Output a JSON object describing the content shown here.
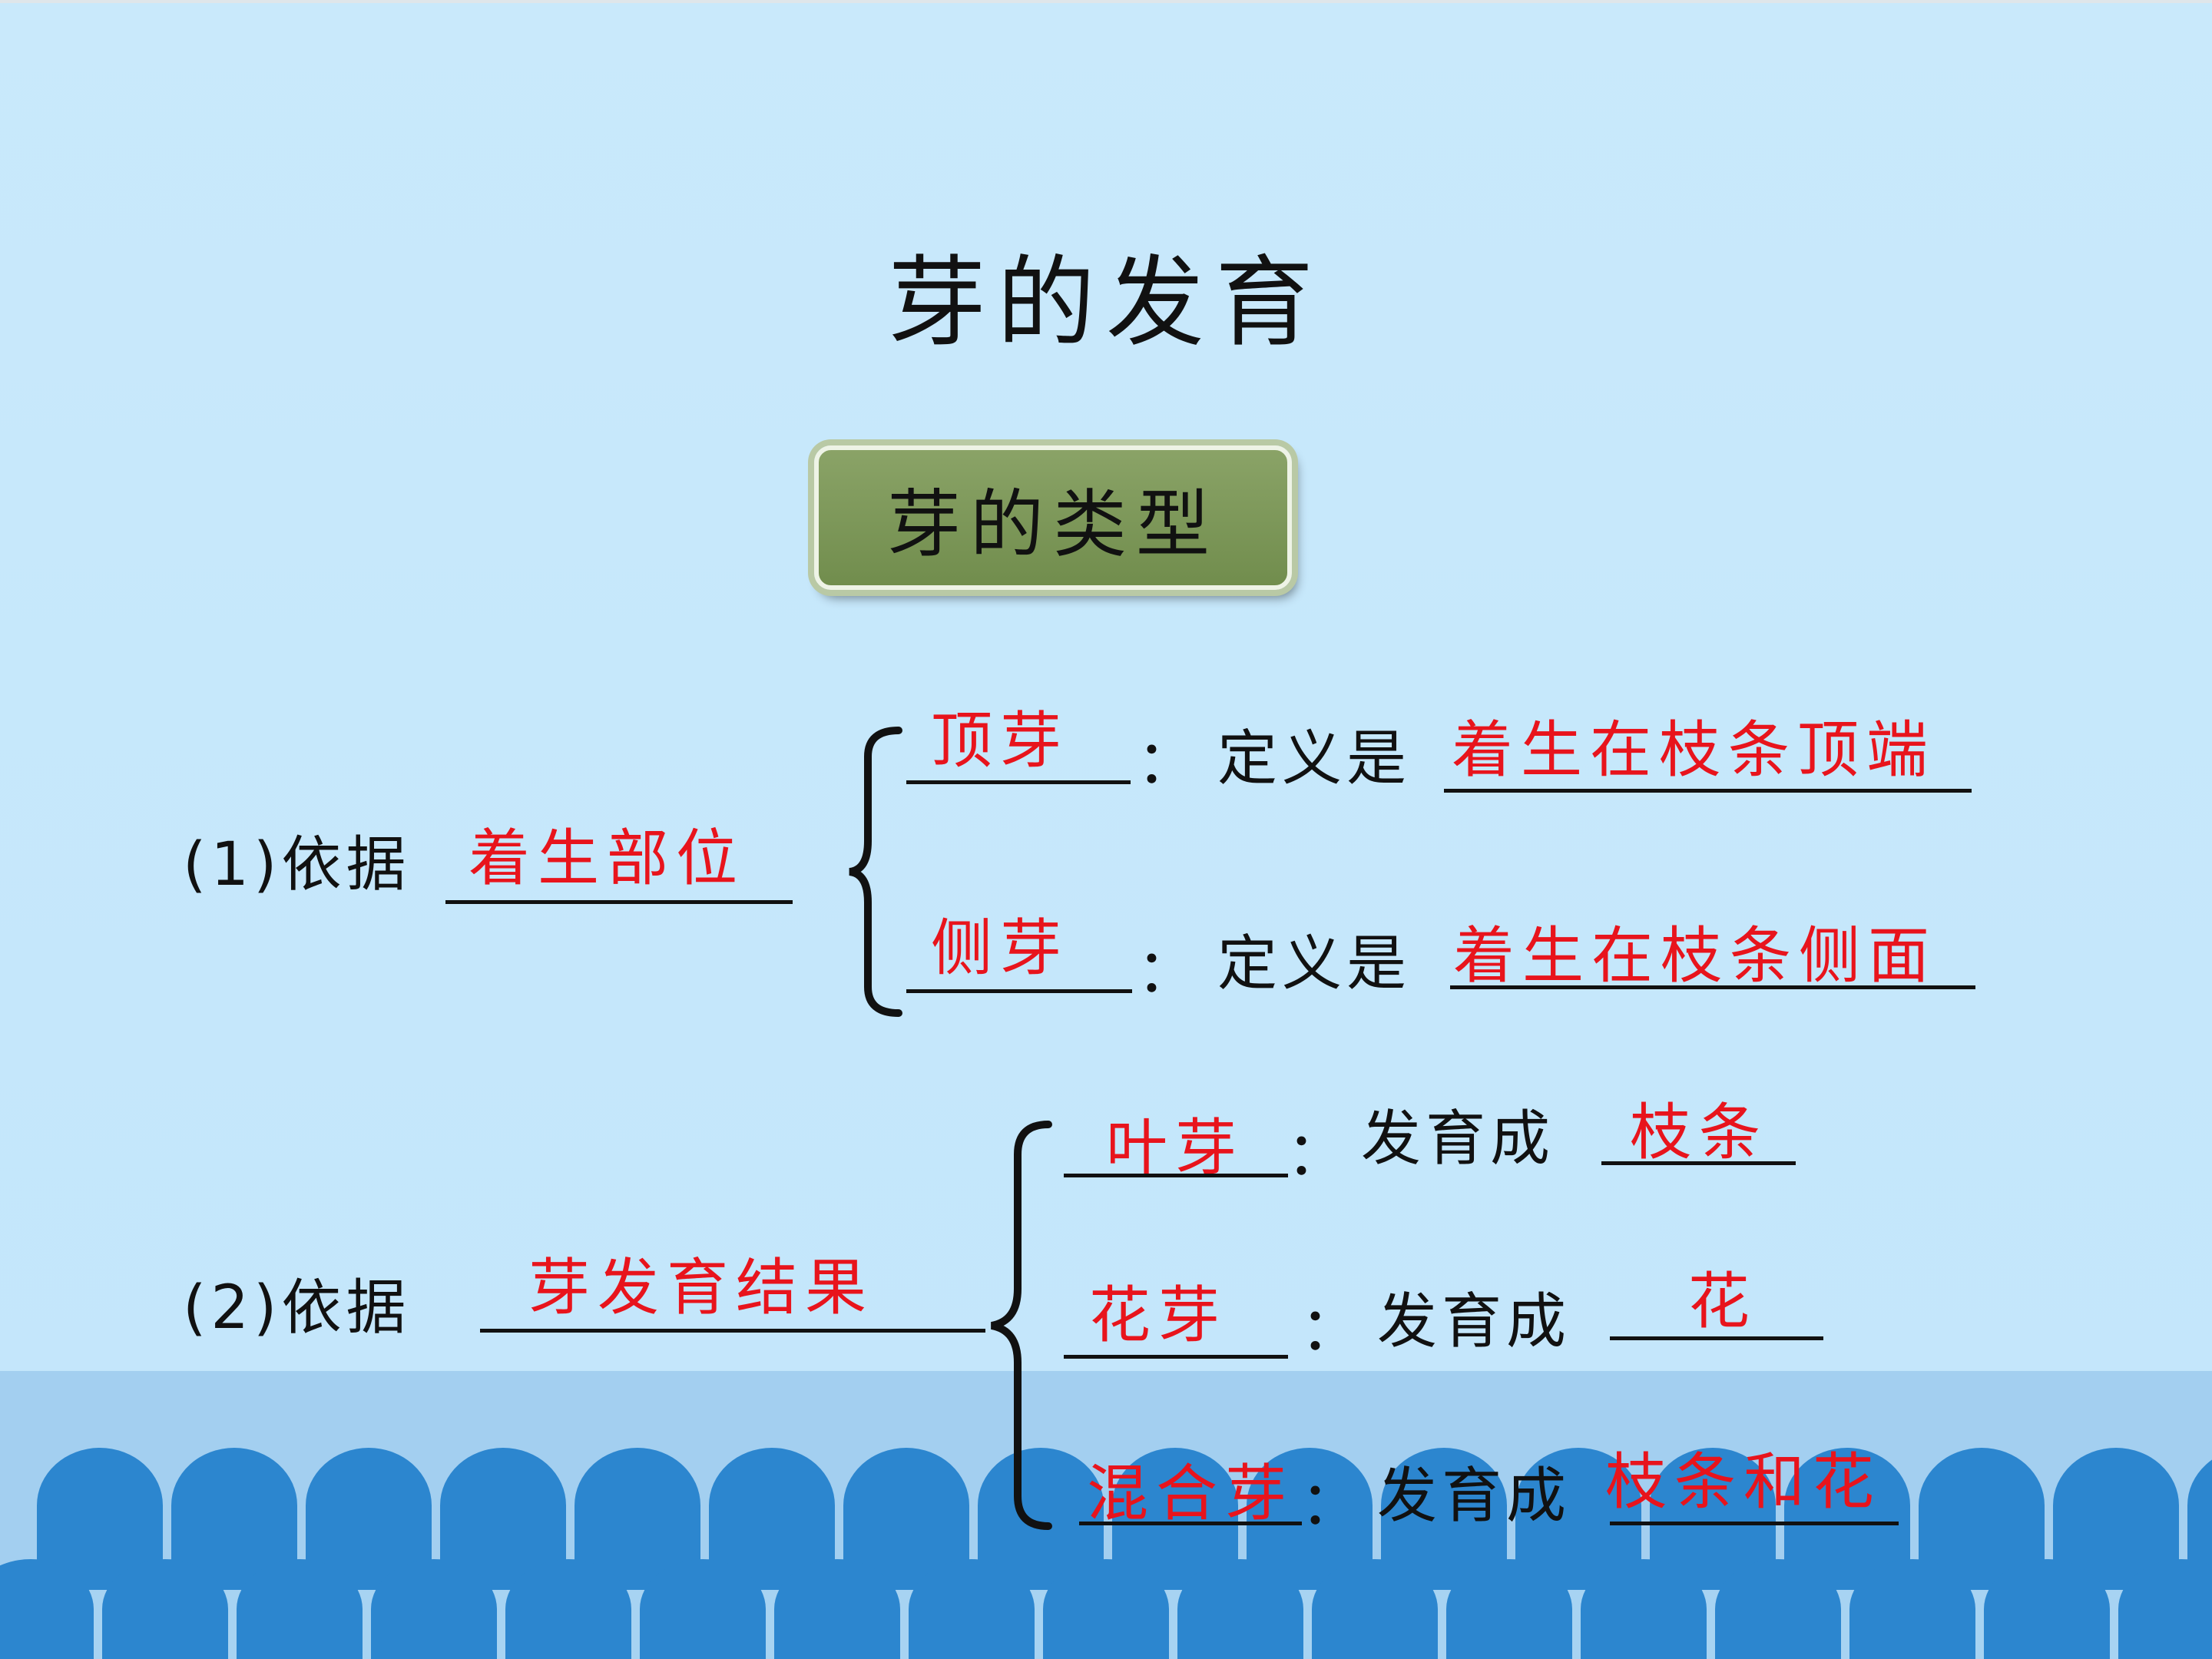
{
  "title": "芽的发育",
  "badge": "芽的类型",
  "section1": {
    "label": "(1)依据",
    "answer": "着生部位",
    "items": [
      {
        "name": "顶芽",
        "colon": "：",
        "def_label": "定义是",
        "def": "着生在枝条顶端"
      },
      {
        "name": "侧芽",
        "colon": "：",
        "def_label": "定义是",
        "def": "着生在枝条侧面"
      }
    ]
  },
  "section2": {
    "label": "(2)依据",
    "answer": "芽发育结果",
    "items": [
      {
        "name": "叶芽",
        "colon": "：",
        "dev_label": "发育成",
        "result": "枝条"
      },
      {
        "name": "花芽",
        "colon": "：",
        "dev_label": "发育成",
        "result": "花"
      },
      {
        "name": "混合芽",
        "colon": "：",
        "dev_label": "发育成",
        "result": "枝条和花"
      }
    ]
  },
  "colors": {
    "answer": "#e8141c",
    "text": "#111111",
    "sky": "#c5e7fb",
    "sea": "#a3cff0",
    "wave": "#2b86cf",
    "badge": "#7a9556"
  }
}
